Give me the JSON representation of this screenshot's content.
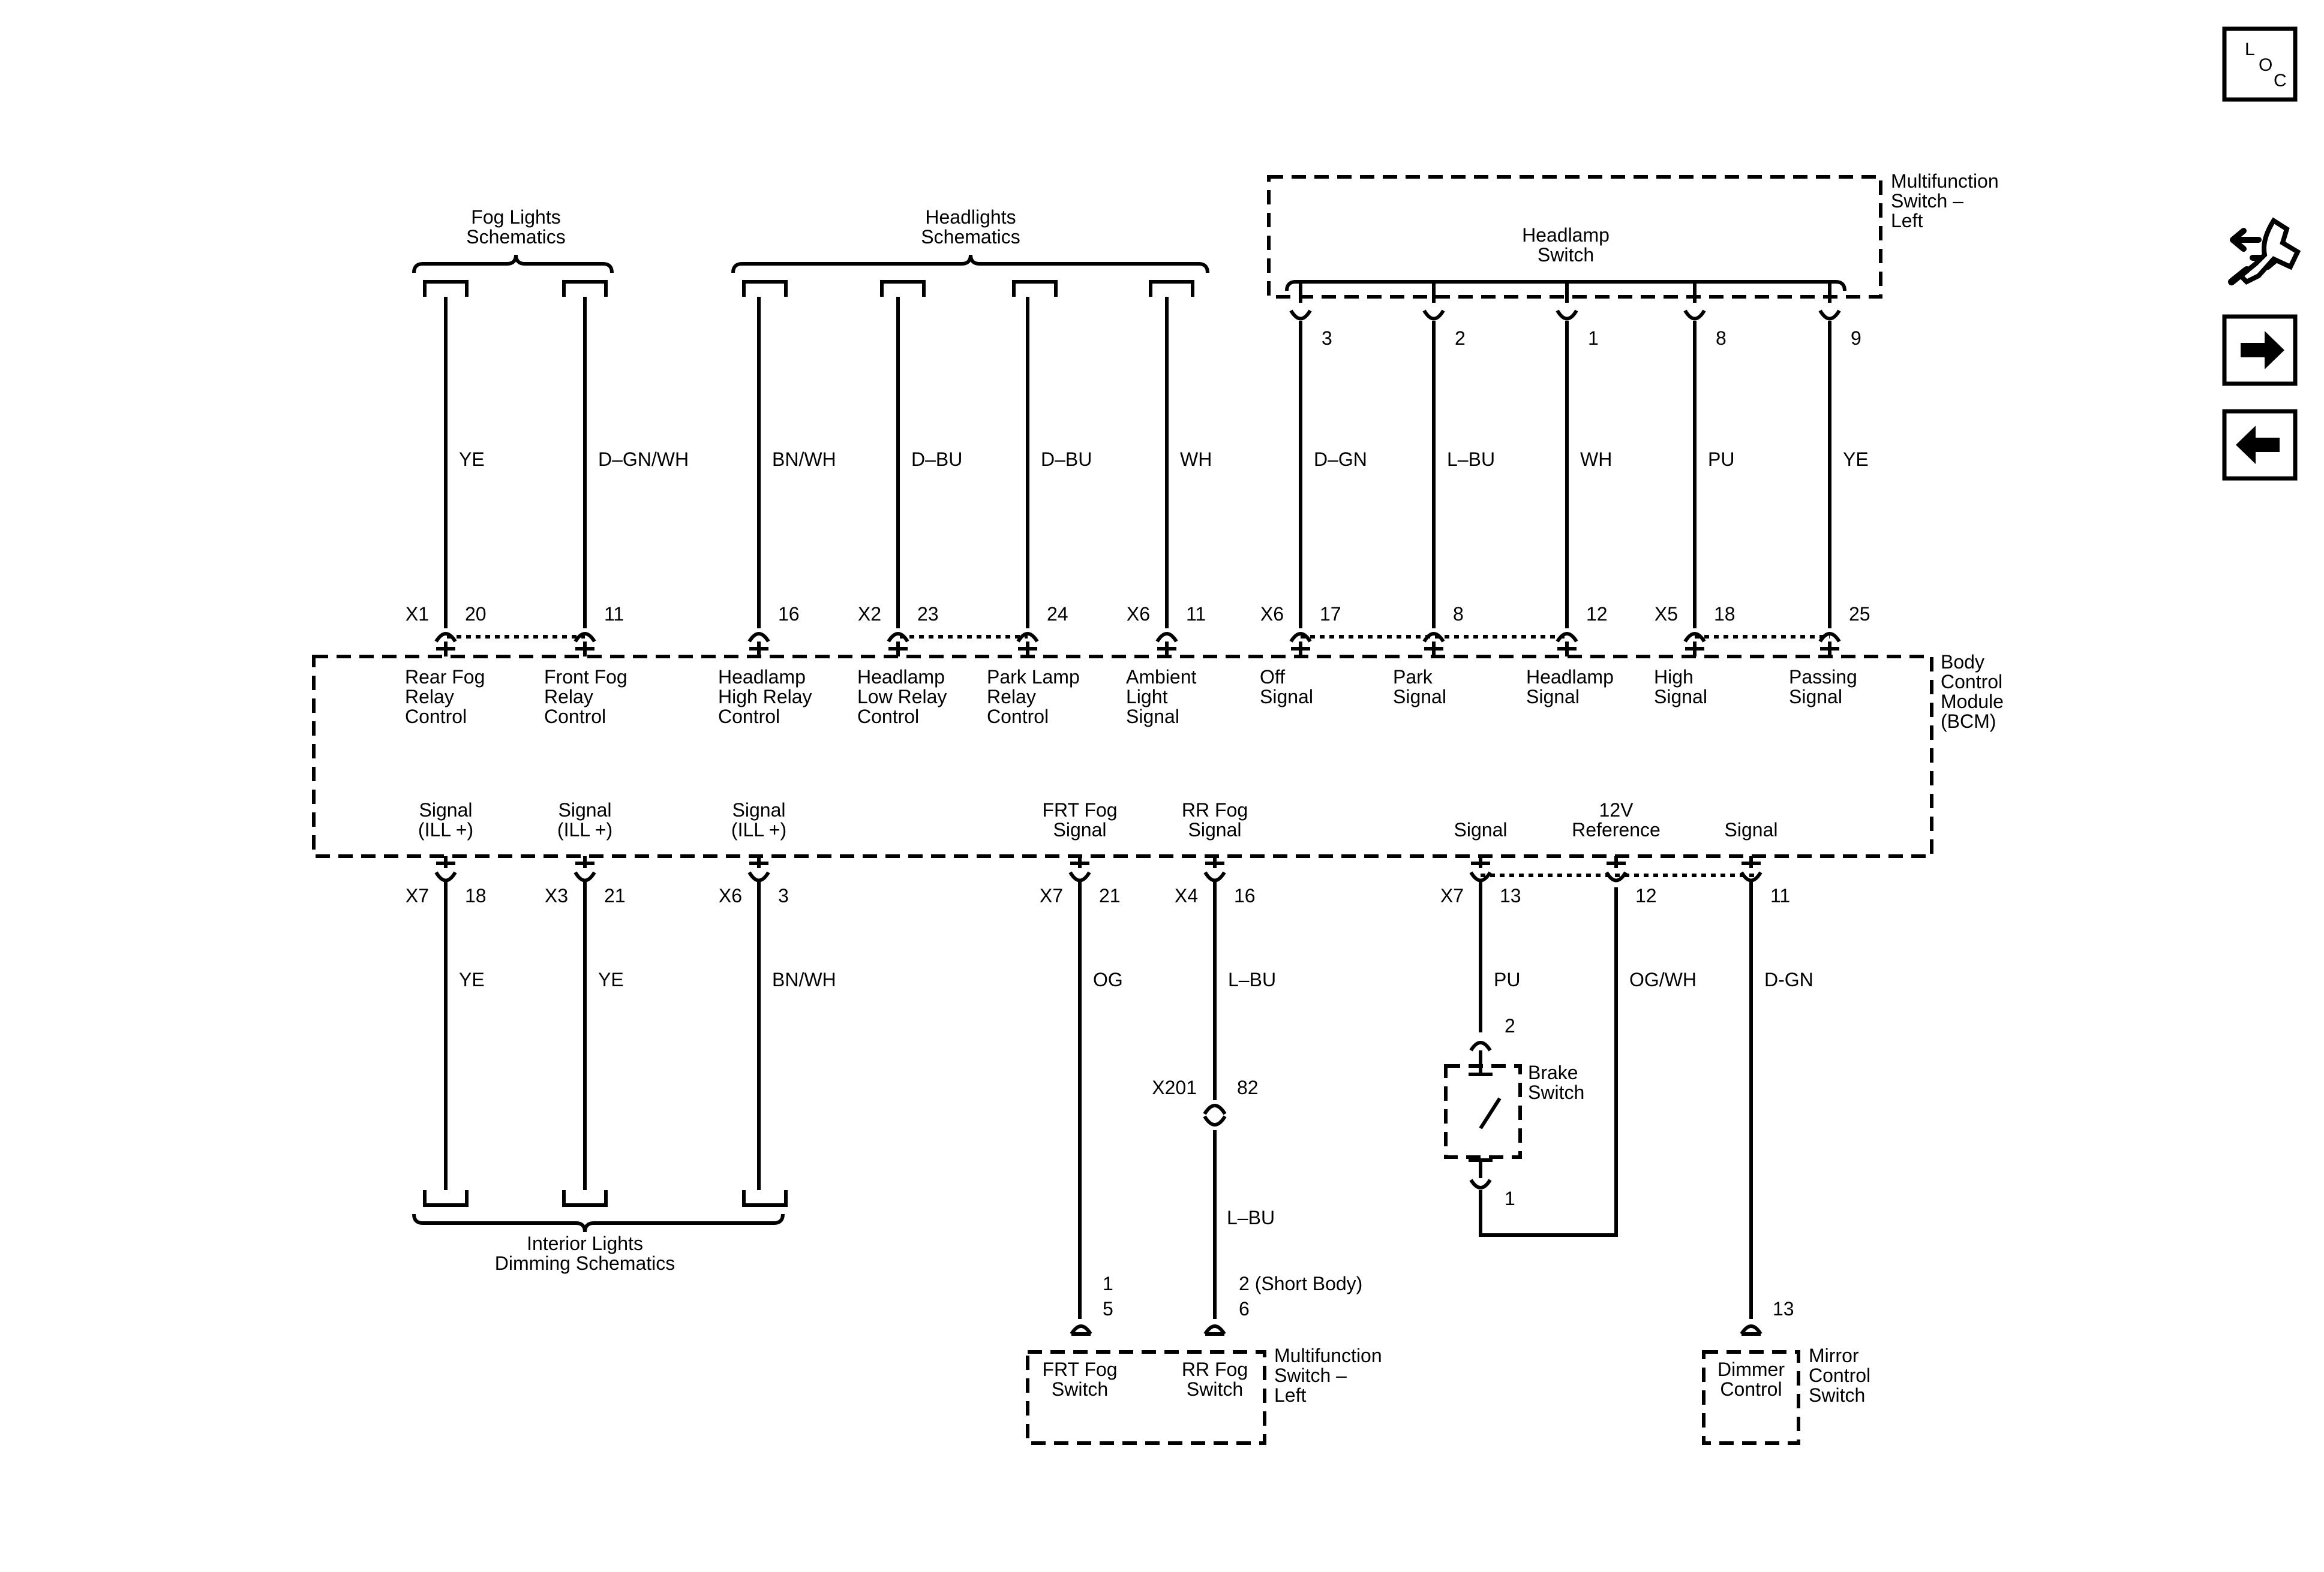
{
  "groups": {
    "fog": [
      "Fog Lights",
      "Schematics"
    ],
    "headlights": [
      "Headlights",
      "Schematics"
    ],
    "interior": [
      "Interior Lights",
      "Dimming Schematics"
    ]
  },
  "mfs_top": {
    "name": [
      "Multifunction",
      "Switch –",
      "Left"
    ],
    "inner": [
      "Headlamp",
      "Switch"
    ]
  },
  "bcm": {
    "name": [
      "Body",
      "Control",
      "Module",
      "(BCM)"
    ]
  },
  "top_wires": [
    {
      "color": "YE",
      "conn": "X1",
      "pin": "20",
      "label": [
        "Rear Fog",
        "Relay",
        "Control"
      ]
    },
    {
      "color": "D–GN/WH",
      "conn": "",
      "pin": "11",
      "label": [
        "Front Fog",
        "Relay",
        "Control"
      ]
    },
    {
      "color": "BN/WH",
      "conn": "",
      "pin": "16",
      "label": [
        "Headlamp",
        "High Relay",
        "Control"
      ]
    },
    {
      "color": "D–BU",
      "conn": "X2",
      "pin": "23",
      "label": [
        "Headlamp",
        "Low Relay",
        "Control"
      ]
    },
    {
      "color": "D–BU",
      "conn": "",
      "pin": "24",
      "label": [
        "Park Lamp",
        "Relay",
        "Control"
      ]
    },
    {
      "color": "WH",
      "conn": "X6",
      "pin": "11",
      "label": [
        "Ambient",
        "Light",
        "Signal"
      ]
    },
    {
      "color": "D–GN",
      "conn": "X6",
      "pin": "17",
      "top_pin": "3",
      "label": [
        "Off",
        "Signal"
      ]
    },
    {
      "color": "L–BU",
      "conn": "",
      "pin": "8",
      "top_pin": "2",
      "label": [
        "Park",
        "Signal"
      ]
    },
    {
      "color": "WH",
      "conn": "",
      "pin": "12",
      "top_pin": "1",
      "label": [
        "Headlamp",
        "Signal"
      ]
    },
    {
      "color": "PU",
      "conn": "X5",
      "pin": "18",
      "top_pin": "8",
      "label": [
        "High",
        "Signal"
      ]
    },
    {
      "color": "YE",
      "conn": "",
      "pin": "25",
      "top_pin": "9",
      "label": [
        "Passing",
        "Signal"
      ]
    }
  ],
  "bottom_wires": [
    {
      "label": [
        "Signal",
        "(ILL +)"
      ],
      "conn": "X7",
      "pin": "18",
      "color": "YE"
    },
    {
      "label": [
        "Signal",
        "(ILL +)"
      ],
      "conn": "X3",
      "pin": "21",
      "color": "YE"
    },
    {
      "label": [
        "Signal",
        "(ILL +)"
      ],
      "conn": "X6",
      "pin": "3",
      "color": "BN/WH"
    },
    {
      "label": [
        "FRT Fog",
        "Signal"
      ],
      "conn": "X7",
      "pin": "21",
      "color": "OG"
    },
    {
      "label": [
        "RR Fog",
        "Signal"
      ],
      "conn": "X4",
      "pin": "16",
      "color": "L–BU"
    },
    {
      "label": [
        "Signal"
      ],
      "conn": "X7",
      "pin": "13",
      "color": "PU"
    },
    {
      "label": [
        "12V",
        "Reference"
      ],
      "conn": "",
      "pin": "12",
      "color": "OG/WH"
    },
    {
      "label": [
        "Signal"
      ],
      "conn": "",
      "pin": "11",
      "color": "D-GN"
    }
  ],
  "x201": {
    "conn": "X201",
    "pin": "82",
    "color": "L–BU"
  },
  "brake": {
    "name": [
      "Brake",
      "Switch"
    ],
    "pin_top": "2",
    "pin_bottom": "1"
  },
  "mfs_bottom": {
    "name": [
      "Multifunction",
      "Switch –",
      "Left"
    ],
    "frt": {
      "name": [
        "FRT Fog",
        "Switch"
      ],
      "pins": [
        "1",
        "5"
      ]
    },
    "rr": {
      "name": [
        "RR Fog",
        "Switch"
      ],
      "pins": [
        "2 (Short Body)",
        "6"
      ]
    }
  },
  "mirror": {
    "name": [
      "Mirror",
      "Control",
      "Switch"
    ],
    "inner": [
      "Dimmer",
      "Control"
    ],
    "pin": "13"
  },
  "nav": {
    "loc": [
      "L",
      "O",
      "C"
    ],
    "icons": [
      "wrench-arrows-icon",
      "arrow-right-icon",
      "arrow-left-icon"
    ]
  }
}
